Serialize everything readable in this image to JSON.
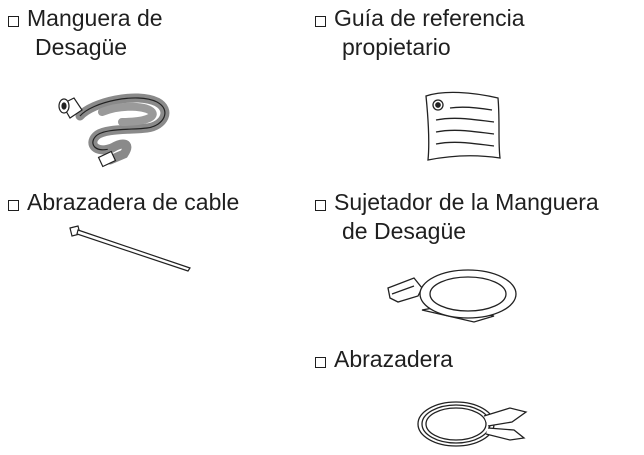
{
  "items": [
    {
      "lines": [
        "Manguera de",
        "Desagüe"
      ],
      "icon": "drain-hose-icon"
    },
    {
      "lines": [
        "Guía de referencia",
        "propietario"
      ],
      "icon": "reference-guide-icon"
    },
    {
      "lines": [
        "Abrazadera de cable"
      ],
      "icon": "cable-tie-icon"
    },
    {
      "lines": [
        "Sujetador de la Manguera",
        "de Desagüe"
      ],
      "icon": "hose-holder-icon"
    },
    {
      "lines": [
        "Abrazadera"
      ],
      "icon": "clamp-icon"
    }
  ]
}
